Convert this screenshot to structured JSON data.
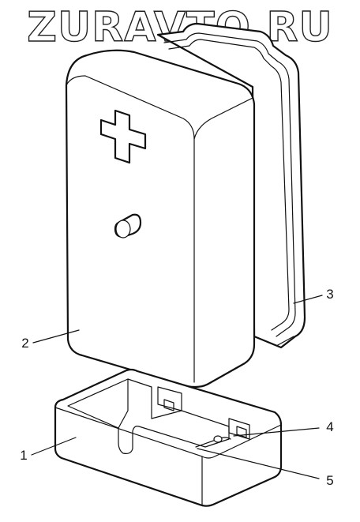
{
  "watermark": "ZURAVTO.RU",
  "callouts": [
    {
      "id": "1",
      "label": "1"
    },
    {
      "id": "2",
      "label": "2"
    },
    {
      "id": "3",
      "label": "3"
    },
    {
      "id": "4",
      "label": "4"
    },
    {
      "id": "5",
      "label": "5"
    }
  ],
  "colors": {
    "ink": "#111111",
    "paper": "#ffffff"
  },
  "icons": {
    "cross": "medical-cross-icon",
    "latch": "latch-button-icon"
  }
}
